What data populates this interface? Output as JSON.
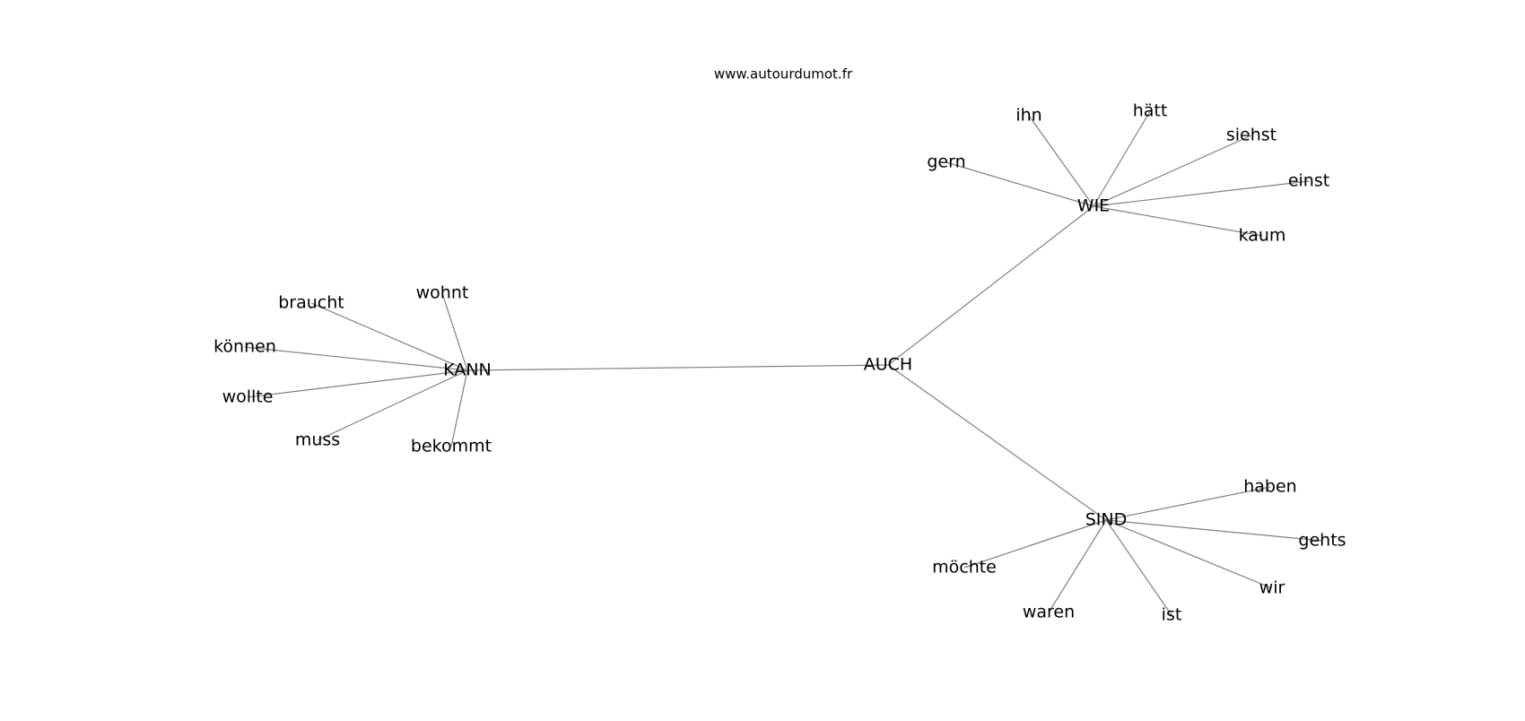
{
  "source": "www.autourdumot.fr",
  "center": "AUCH",
  "clusters": [
    {
      "hub": "KANN",
      "words": [
        "braucht",
        "wohnt",
        "können",
        "wollte",
        "muss",
        "bekommt"
      ]
    },
    {
      "hub": "WIE",
      "words": [
        "ihn",
        "hätt",
        "siehst",
        "gern",
        "einst",
        "kaum"
      ]
    },
    {
      "hub": "SIND",
      "words": [
        "haben",
        "gehts",
        "wir",
        "ist",
        "waren",
        "möchte"
      ]
    }
  ],
  "colors": {
    "edge": "#808080",
    "text": "#000000",
    "background": "#ffffff"
  }
}
